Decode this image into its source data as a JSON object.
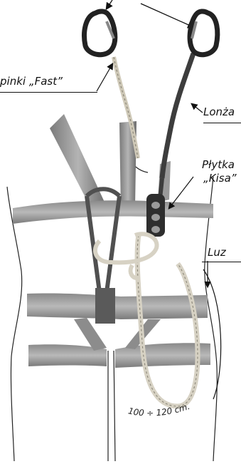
{
  "labels": {
    "fast": "pinki „Fast”",
    "lonza": "Lonża",
    "plytka_line1": "Płytka",
    "plytka_line2": "„Kisa”",
    "luz": "Luz",
    "measure": "100 ÷ 120 cm."
  },
  "colors": {
    "strap_light": "#a9a9a9",
    "strap_dark": "#6f6f6f",
    "rope_light": "#d7d2c4",
    "rope_dark": "#4a4a4a",
    "ink": "#111111"
  }
}
